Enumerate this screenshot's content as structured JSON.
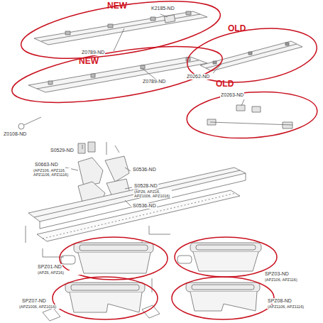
{
  "diagram": {
    "labels": [
      "NEW",
      "K2185-ND",
      "Z0789-ND",
      "OLD",
      "Z0262-ND",
      "NEW",
      "Z0789-ND",
      "OLD",
      "Z0263-ND",
      "Z0108-ND",
      "S0529-ND",
      "S0663-ND",
      "(APZ106, APZ116, APZ1106, APZ1116)",
      "S0536-ND",
      "S0528-ND",
      "(APZ6, APZ16, APZ1006, APZ1016)",
      "S0536-ND",
      "SPZ01-ND",
      "(APZ6, APZ16)",
      "SPZ03-ND",
      "(APZ106, APZ116)",
      "SPZ07-ND",
      "(APZ1006, APZ1016)",
      "SPZ08-ND",
      "(APZ1106, APZ1116)"
    ]
  }
}
